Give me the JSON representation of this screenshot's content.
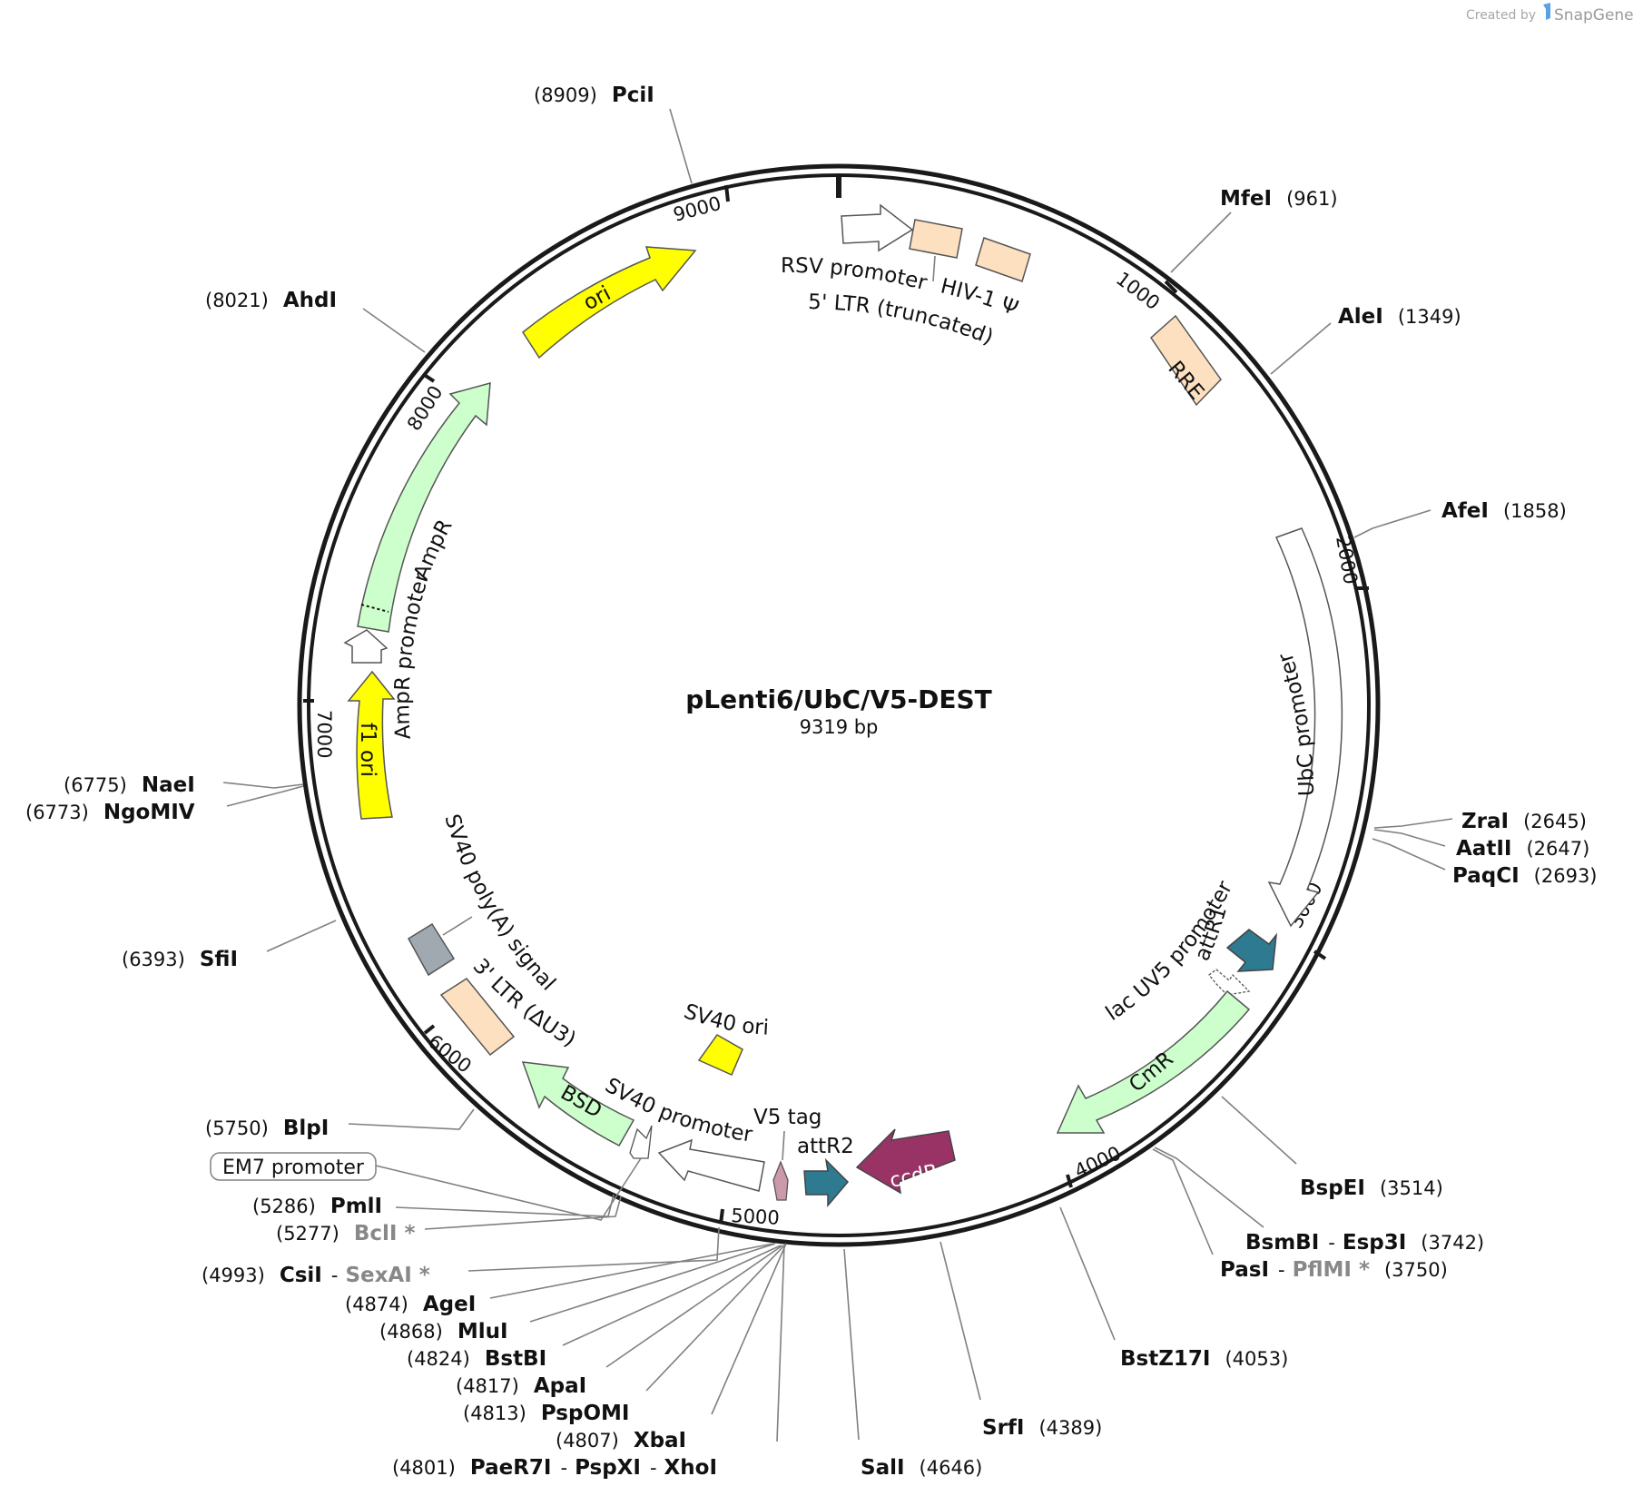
{
  "watermark": {
    "prefix": "Created by",
    "brand": "SnapGene"
  },
  "plasmid": {
    "name": "pLenti6/UbC/V5-DEST",
    "size_label": "9319 bp"
  },
  "colors": {
    "backbone": "#1a1a1a",
    "ltr": "#fde0c0",
    "ori_yellow": "#ffff00",
    "resistance_green": "#ccffcc",
    "att_teal": "#2e7a90",
    "ccdb_maroon": "#993366",
    "v5_pink": "#cc99aa",
    "polyA_gray": "#a0a8b0",
    "promoter_white": "#ffffff"
  },
  "ticks": [
    {
      "label": "1000"
    },
    {
      "label": "2000"
    },
    {
      "label": "3000"
    },
    {
      "label": "4000"
    },
    {
      "label": "5000"
    },
    {
      "label": "6000"
    },
    {
      "label": "7000"
    },
    {
      "label": "8000"
    },
    {
      "label": "9000"
    }
  ],
  "features": {
    "rsv_promoter": "RSV promoter",
    "ltr5": "5' LTR (truncated)",
    "hiv_psi": "HIV-1 Ψ",
    "rre": "RRE",
    "ubc_promoter": "UbC promoter",
    "lac_uv5": "lac UV5 promoter",
    "attr1": "attR1",
    "cmr": "CmR",
    "ccdb": "ccdB",
    "attr2": "attR2",
    "v5_tag": "V5 tag",
    "sv40_promoter": "SV40 promoter",
    "sv40_ori": "SV40 ori",
    "bsd": "BSD",
    "ltr3": "3' LTR (ΔU3)",
    "sv40_polya": "SV40 poly(A) signal",
    "f1_ori": "f1 ori",
    "ampr_promoter": "AmpR promoter",
    "ampr": "AmpR",
    "ori": "ori",
    "em7_promoter": "EM7 promoter"
  },
  "sites": {
    "pcii": {
      "name": "PciI",
      "pos": "(8909)"
    },
    "mfei": {
      "name": "MfeI",
      "pos": "(961)"
    },
    "alei": {
      "name": "AleI",
      "pos": "(1349)"
    },
    "afei": {
      "name": "AfeI",
      "pos": "(1858)"
    },
    "zrai": {
      "name": "ZraI",
      "pos": "(2645)"
    },
    "aatii": {
      "name": "AatII",
      "pos": "(2647)"
    },
    "paqci": {
      "name": "PaqCI",
      "pos": "(2693)"
    },
    "bspei": {
      "name": "BspEI",
      "pos": "(3514)"
    },
    "bsmbi": {
      "name": "BsmBI",
      "sep": "-",
      "alt": "Esp3I",
      "pos": "(3742)"
    },
    "pasi": {
      "name": "PasI",
      "sep": "-",
      "alt": "PflMI *",
      "pos": "(3750)"
    },
    "bstz17i": {
      "name": "BstZ17I",
      "pos": "(4053)"
    },
    "srfi": {
      "name": "SrfI",
      "pos": "(4389)"
    },
    "sali": {
      "name": "SalI",
      "pos": "(4646)"
    },
    "paer7i": {
      "name": "PaeR7I",
      "sep1": "-",
      "alt1": "PspXI",
      "sep2": "-",
      "alt2": "XhoI",
      "pos": "(4801)"
    },
    "xbai": {
      "name": "XbaI",
      "pos": "(4807)"
    },
    "pspomi": {
      "name": "PspOMI",
      "pos": "(4813)"
    },
    "apai": {
      "name": "ApaI",
      "pos": "(4817)"
    },
    "bstbi": {
      "name": "BstBI",
      "pos": "(4824)"
    },
    "mlui": {
      "name": "MluI",
      "pos": "(4868)"
    },
    "agei": {
      "name": "AgeI",
      "pos": "(4874)"
    },
    "csii": {
      "name": "CsiI",
      "sep": "-",
      "alt": "SexAI *",
      "pos": "(4993)"
    },
    "bcli": {
      "name": "BclI *",
      "pos": "(5277)"
    },
    "pmli": {
      "name": "PmlI",
      "pos": "(5286)"
    },
    "blpi": {
      "name": "BlpI",
      "pos": "(5750)"
    },
    "sfii": {
      "name": "SfiI",
      "pos": "(6393)"
    },
    "ngomiv": {
      "name": "NgoMIV",
      "pos": "(6773)"
    },
    "naei": {
      "name": "NaeI",
      "pos": "(6775)"
    },
    "ahdi": {
      "name": "AhdI",
      "pos": "(8021)"
    }
  }
}
